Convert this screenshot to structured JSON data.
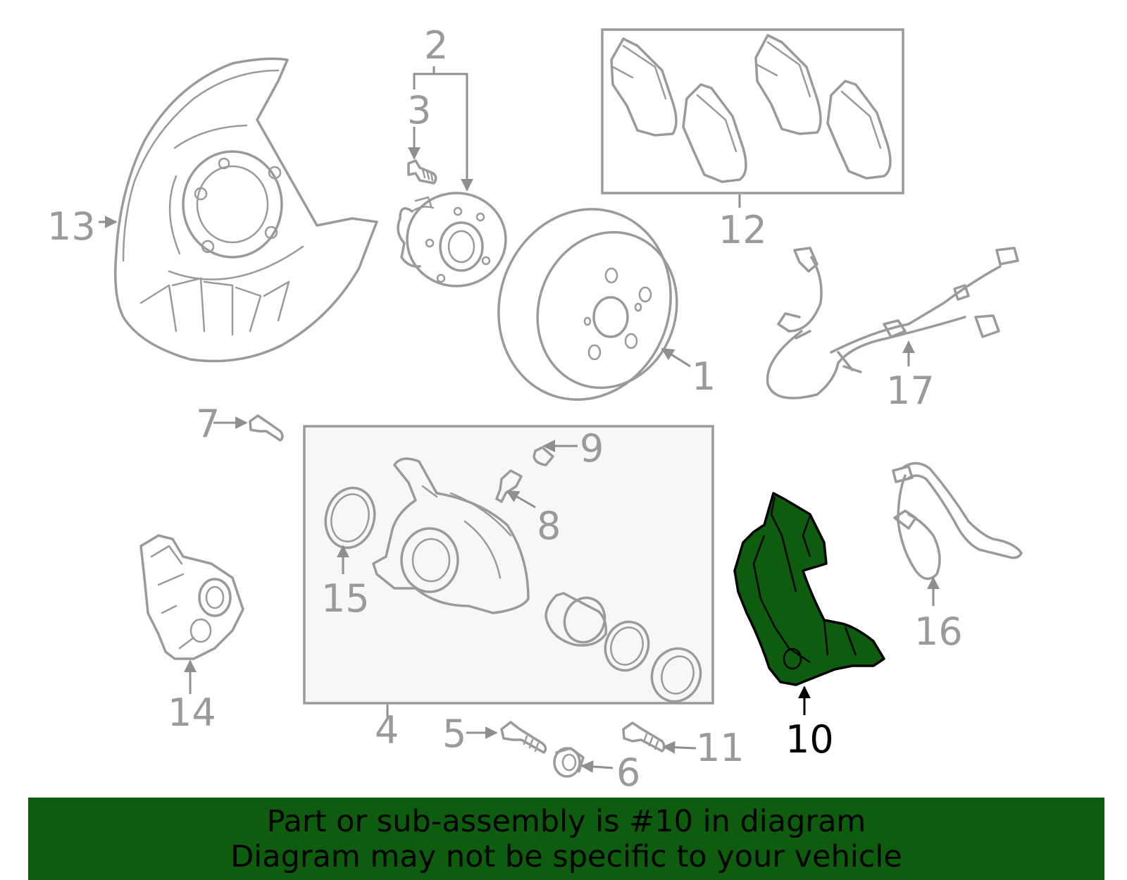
{
  "diagram": {
    "highlight_color": "#0e5c0e",
    "callouts": {
      "c1": "1",
      "c2": "2",
      "c3": "3",
      "c4": "4",
      "c5": "5",
      "c6": "6",
      "c7": "7",
      "c8": "8",
      "c9": "9",
      "c10": "10",
      "c11": "11",
      "c12": "12",
      "c13": "13",
      "c14": "14",
      "c15": "15",
      "c16": "16",
      "c17": "17"
    },
    "highlighted_part": "10"
  },
  "banner": {
    "line1": "Part or sub-assembly is #10 in diagram",
    "line2": "Diagram may not be specific to your vehicle",
    "background": "#0e5c0e"
  }
}
